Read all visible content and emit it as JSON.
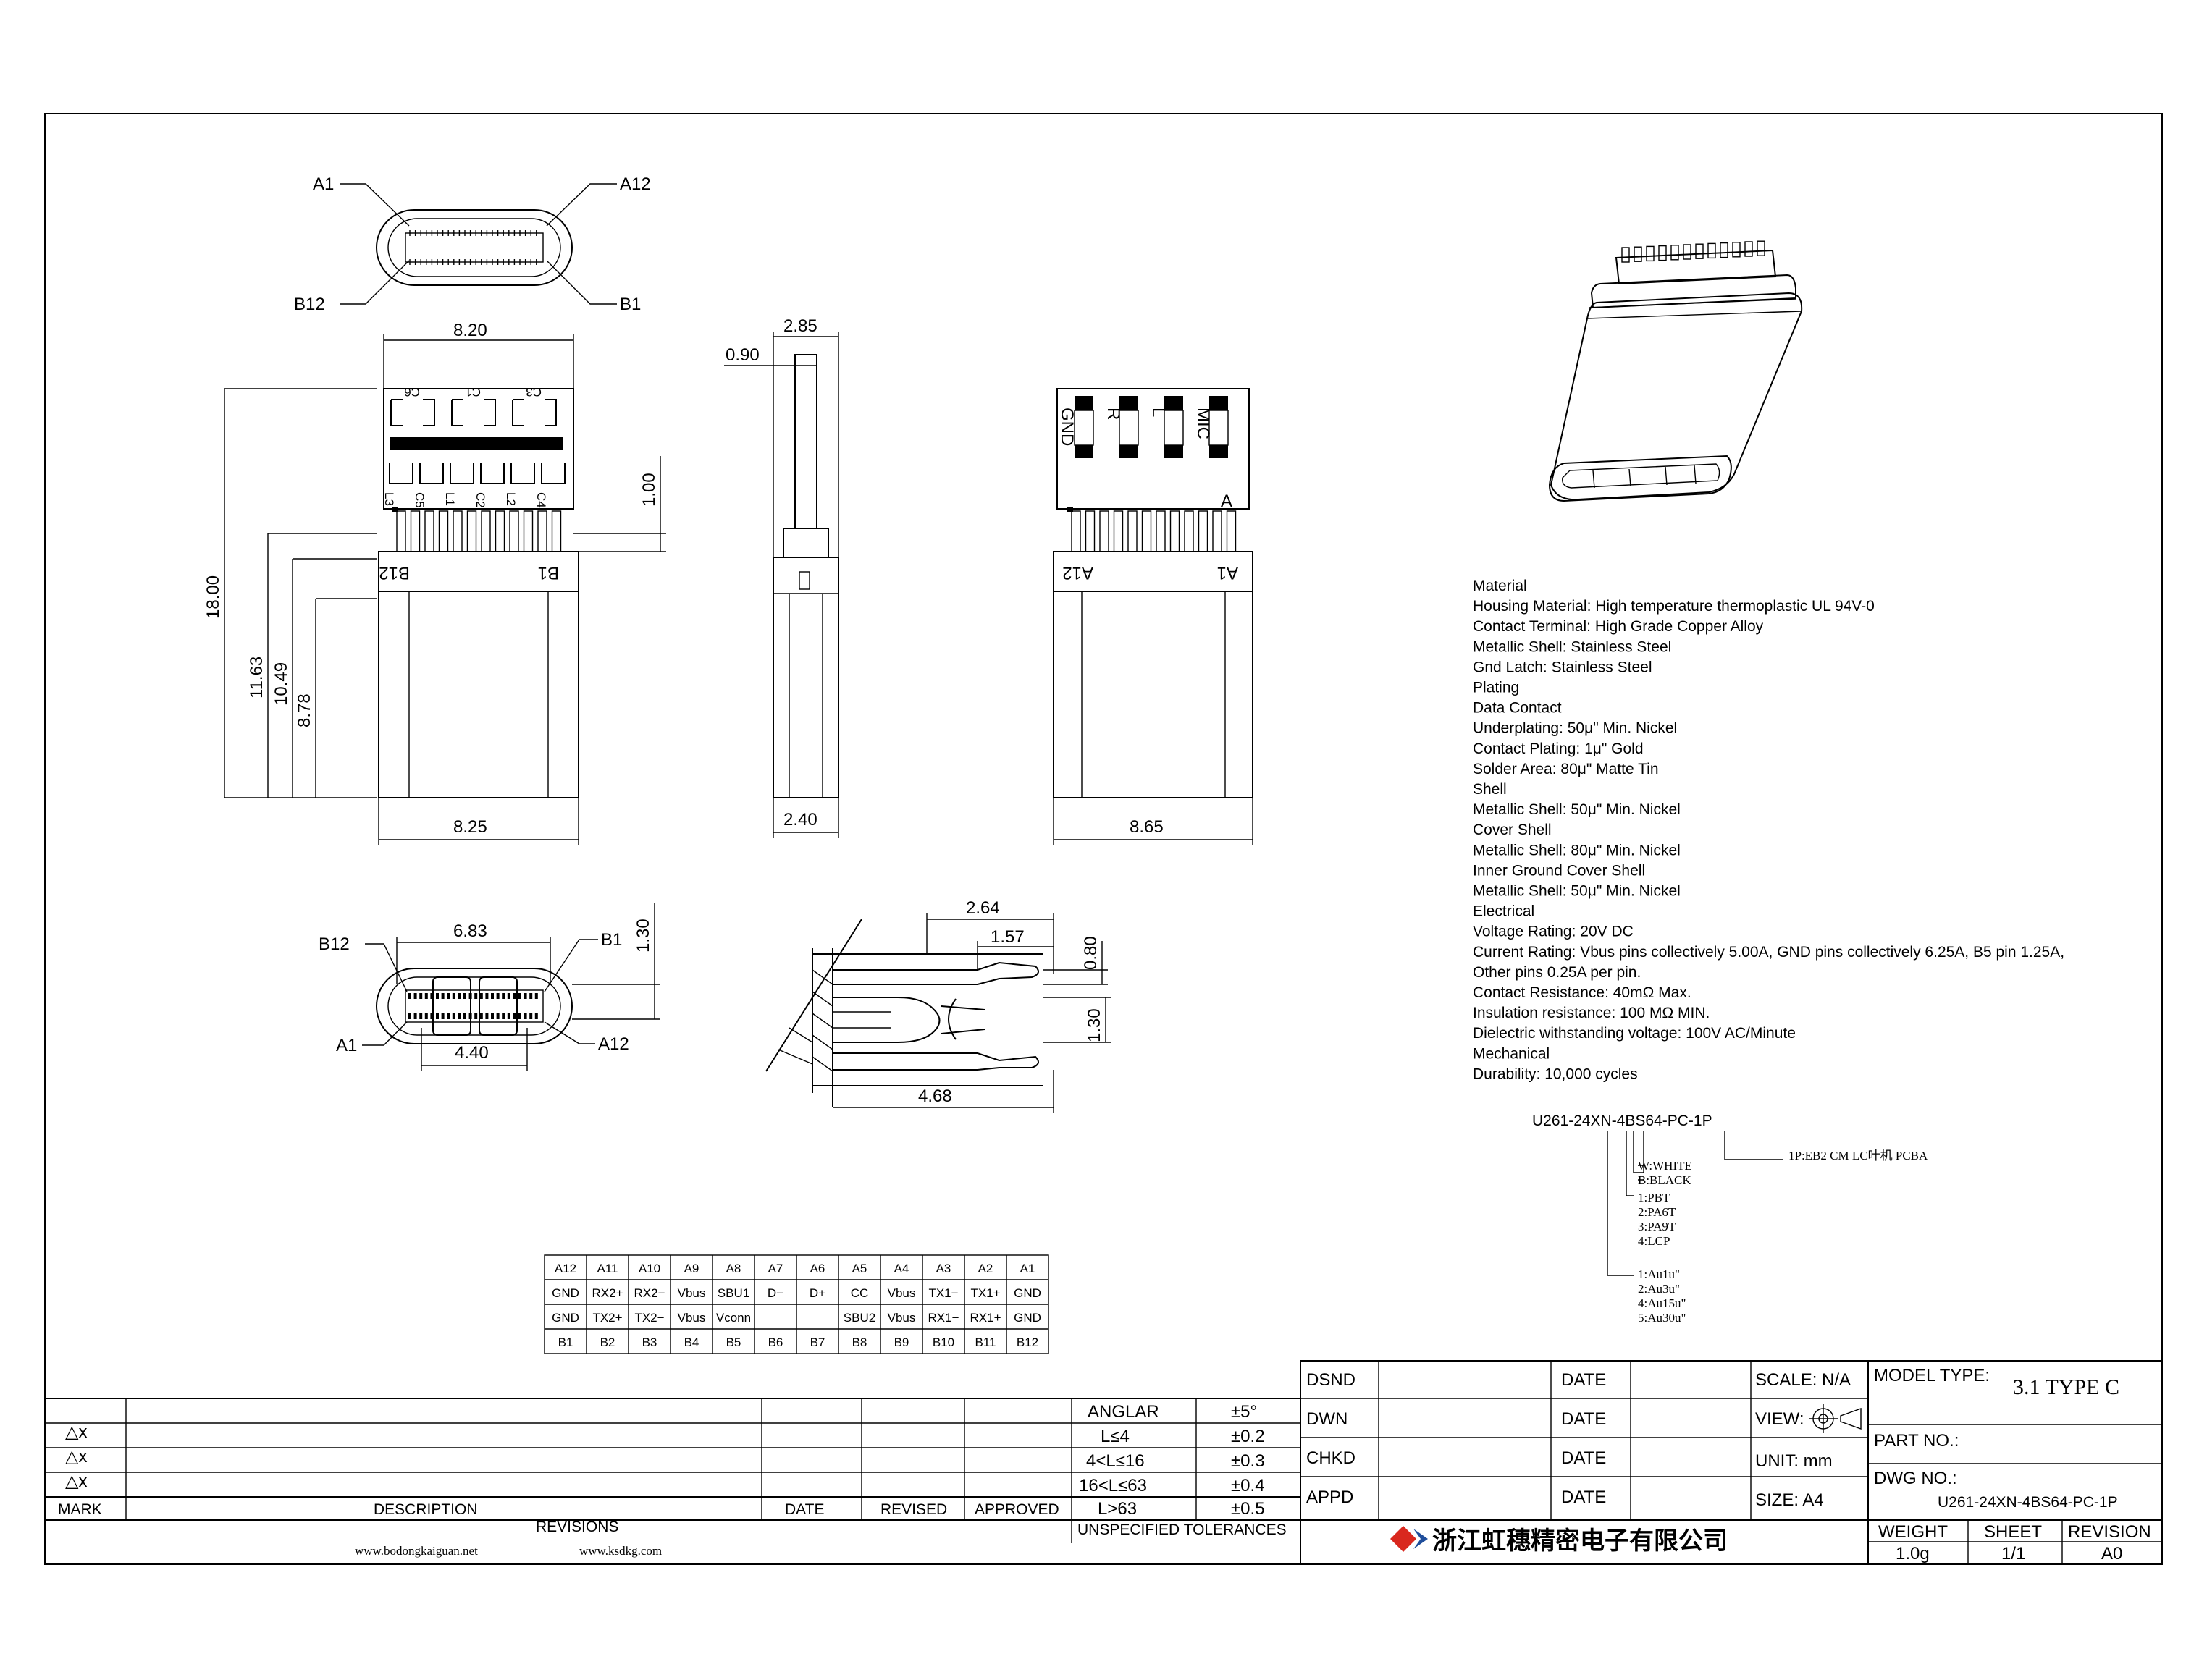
{
  "views": {
    "front_top": {
      "a1": "A1",
      "a12": "A12",
      "b12": "B12",
      "b1": "B1"
    },
    "main_view": {
      "w_top": "8.20",
      "w_bot": "8.25",
      "h_total": "18.00",
      "h1": "11.63",
      "h2": "10.49",
      "h3": "8.78",
      "gap": "1.00",
      "pad_labels": [
        "C6",
        "C1",
        "C3",
        "L3",
        "C5",
        "L1",
        "C2",
        "L2",
        "C4"
      ],
      "pin_left": "B12",
      "pin_right": "B1"
    },
    "side_view": {
      "w_top": "2.85",
      "w_left": "0.90",
      "w_bot": "2.40"
    },
    "rear_view": {
      "w_bot": "8.65",
      "pad_labels": [
        "GND",
        "R",
        "L",
        "MIC"
      ],
      "marker": "A",
      "pin_left": "A12",
      "pin_right": "A1"
    },
    "front_bottom": {
      "w1": "6.83",
      "w2": "4.40",
      "h": "1.30",
      "b12": "B12",
      "b1": "B1",
      "a1": "A1",
      "a12": "A12"
    },
    "section_view": {
      "d1": "2.64",
      "d2": "1.57",
      "d3": "4.68",
      "v1": "0.80",
      "v2": "1.30"
    }
  },
  "spec_lines": [
    "Material",
    "Housing Material: High temperature thermoplastic UL 94V-0",
    "Contact Terminal: High Grade Copper Alloy",
    "Metallic Shell: Stainless Steel",
    "Gnd Latch: Stainless Steel",
    "Plating",
    "Data Contact",
    "Underplating: 50μ\" Min. Nickel",
    "Contact Plating: 1μ\" Gold",
    "Solder Area: 80μ\" Matte Tin",
    "Shell",
    "Metallic Shell: 50μ\" Min. Nickel",
    "Cover Shell",
    "Metallic Shell: 80μ\" Min. Nickel",
    "Inner Ground Cover Shell",
    "Metallic Shell: 50μ\" Min. Nickel",
    "Electrical",
    "Voltage Rating: 20V DC",
    "Current Rating: Vbus pins collectively 5.00A, GND pins collectively 6.25A, B5 pin 1.25A,",
    "Other pins 0.25A per pin.",
    "Contact Resistance: 40mΩ Max.",
    "Insulation resistance: 100 MΩ MIN.",
    "Dielectric withstanding voltage: 100V AC/Minute",
    "Mechanical",
    "Durability: 10,000 cycles"
  ],
  "part_code": {
    "code": "U261-24XN-4BS64-PC-1P",
    "suffix": "1P:EB2 CM LC叶机 PCBA",
    "color": [
      "W:WHITE",
      "B:BLACK"
    ],
    "material": [
      "1:PBT",
      "2:PA6T",
      "3:PA9T",
      "4:LCP"
    ],
    "plating": [
      "1:Au1u\"",
      "2:Au3u\"",
      "4:Au15u\"",
      "5:Au30u\""
    ]
  },
  "pin_table": {
    "rows": [
      [
        "A12",
        "A11",
        "A10",
        "A9",
        "A8",
        "A7",
        "A6",
        "A5",
        "A4",
        "A3",
        "A2",
        "A1"
      ],
      [
        "GND",
        "RX2+",
        "RX2−",
        "Vbus",
        "SBU1",
        "D−",
        "D+",
        "CC",
        "Vbus",
        "TX1−",
        "TX1+",
        "GND"
      ],
      [
        "GND",
        "TX2+",
        "TX2−",
        "Vbus",
        "Vconn",
        "",
        "",
        "SBU2",
        "Vbus",
        "RX1−",
        "RX1+",
        "GND"
      ],
      [
        "B1",
        "B2",
        "B3",
        "B4",
        "B5",
        "B6",
        "B7",
        "B8",
        "B9",
        "B10",
        "B11",
        "B12"
      ]
    ]
  },
  "revisions": {
    "rows": [
      "△x",
      "△x",
      "△x"
    ],
    "headers": {
      "mark": "MARK",
      "description": "DESCRIPTION",
      "date": "DATE",
      "revised": "REVISED",
      "approved": "APPROVED"
    },
    "footer": "REVISIONS",
    "websites": [
      "www.bodongkaiguan.net",
      "www.ksdkg.com"
    ]
  },
  "tolerances": {
    "rows": [
      [
        "ANGLAR",
        "±5°"
      ],
      [
        "L≤4",
        "±0.2"
      ],
      [
        "4<L≤16",
        "±0.3"
      ],
      [
        "16<L≤63",
        "±0.4"
      ],
      [
        "L>63",
        "±0.5"
      ]
    ],
    "footer": "UNSPECIFIED TOLERANCES"
  },
  "title_block": {
    "roles": [
      "DSND",
      "DWN",
      "CHKD",
      "APPD"
    ],
    "date_label": "DATE",
    "scale": "SCALE: N/A",
    "view": "VIEW:",
    "unit": "UNIT: mm",
    "size": "SIZE: A4",
    "model_type_label": "MODEL TYPE:",
    "model_type": "3.1 TYPE C",
    "part_no_label": "PART NO.:",
    "dwg_no_label": "DWG NO.:",
    "dwg_no": "U261-24XN-4BS64-PC-1P",
    "company": "浙江虹穗精密电子有限公司",
    "weight_label": "WEIGHT",
    "weight": "1.0g",
    "sheet_label": "SHEET",
    "sheet": "1/1",
    "revision_label": "REVISION",
    "revision": "A0"
  },
  "colors": {
    "line": "#000000",
    "paper": "#ffffff",
    "logo_red": "#d9281e",
    "logo_blue": "#1f4e9b"
  }
}
